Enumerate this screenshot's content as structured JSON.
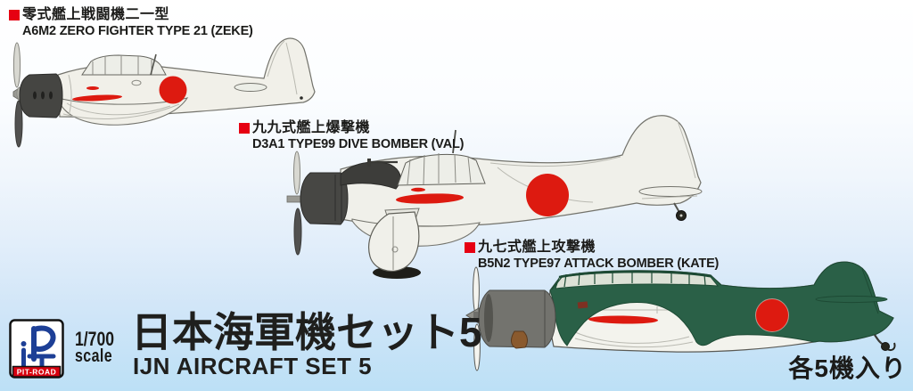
{
  "product": {
    "title_jp": "日本海軍機セット5",
    "title_en": "IJN AIRCRAFT SET 5",
    "count_note": "各5機入り"
  },
  "branding": {
    "logo_text": "PIT-ROAD",
    "scale_line1": "1/700",
    "scale_line2": "scale"
  },
  "labels": [
    {
      "jp": "零式艦上戦闘機二一型",
      "en": "A6M2 ZERO FIGHTER TYPE 21 (ZEKE)"
    },
    {
      "jp": "九九式艦上爆撃機",
      "en": "D3A1 TYPE99 DIVE BOMBER (VAL)"
    },
    {
      "jp": "九七式艦上攻撃機",
      "en": "B5N2 TYPE97 ATTACK BOMBER (KATE)"
    }
  ],
  "colors": {
    "label_bullet_red": "#e60012",
    "hinomaru_red": "#dd1a10",
    "airframe_light_gray": "#f1f0e9",
    "cowl_dark_gray": "#454542",
    "kate_green": "#2a6047",
    "kate_green_dark": "#1d4a34",
    "kate_cowl_gray": "#73736e",
    "logo_blue": "#1d3f96",
    "logo_banner_red": "#d7000f",
    "text_black": "#1b1b19",
    "background_bottom_blue": "#bce0f6"
  }
}
